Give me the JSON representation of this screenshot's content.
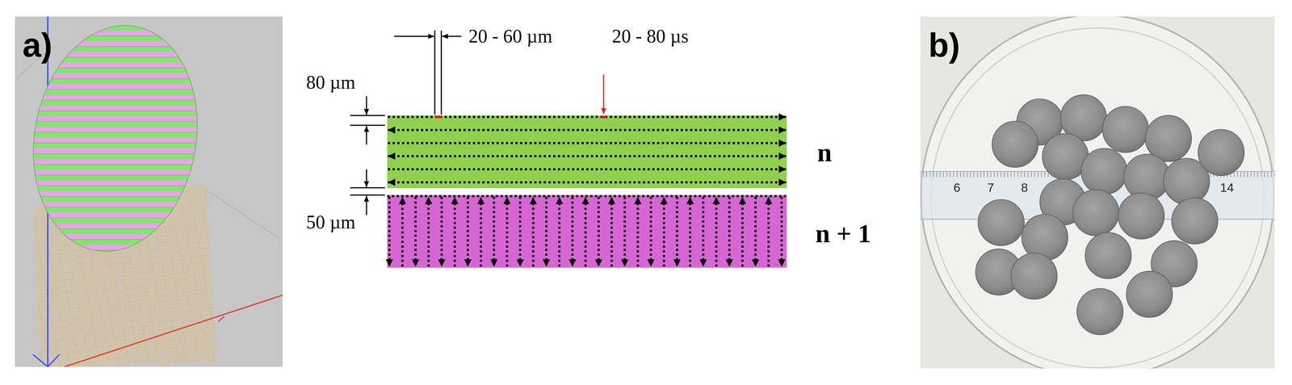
{
  "diagram": {
    "labels": [
      "a)",
      "80 µm",
      "20 - 60 µm",
      "20 - 80 µs",
      "n",
      "50 µm",
      "n + 1",
      "b)",
      "6",
      "7",
      "8",
      "14"
    ]
  }
}
